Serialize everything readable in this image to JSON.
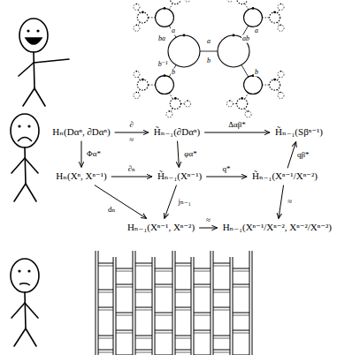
{
  "diagram": {
    "nodes": [
      {
        "text": [
          "Hₙ(Dαⁿ, ∂Dαⁿ)"
        ]
      },
      {
        "text": [
          "H̃ₙ₋₁(∂Dαⁿ)"
        ]
      },
      {
        "text": [
          "H̃ₙ₋₁(Sβⁿ⁻¹)"
        ]
      },
      {
        "text": [
          "Hₙ(Xⁿ, Xⁿ⁻¹)"
        ]
      },
      {
        "text": [
          "H̃ₙ₋₁(Xⁿ⁻¹)"
        ]
      },
      {
        "text": [
          "H̃ₙ₋₁(Xⁿ⁻¹/Xⁿ⁻²)"
        ]
      },
      {
        "text": [
          "Hₙ₋₁(Xⁿ⁻¹, Xⁿ⁻²)"
        ]
      },
      {
        "text": [
          "Hₙ₋₁(Xⁿ⁻¹/Xⁿ⁻², Xⁿ⁻²/Xⁿ⁻²)"
        ]
      }
    ],
    "edges": [
      {
        "from": 0,
        "to": 1,
        "arrow": "to",
        "label": "∂"
      },
      {
        "from": 1,
        "to": 2,
        "arrow": "to",
        "label": "Δαβ*"
      },
      {
        "from": 0,
        "to": 3,
        "arrow": "to",
        "label": "Φα*"
      },
      {
        "from": 1,
        "to": 4,
        "arrow": "to",
        "label": "φα*"
      },
      {
        "from": 3,
        "to": 4,
        "arrow": "to",
        "label": "∂ₙ"
      },
      {
        "from": 4,
        "to": 5,
        "arrow": "to",
        "label": "q*"
      },
      {
        "from": 5,
        "to": 2,
        "arrow": "to",
        "label": "qβ*"
      },
      {
        "from": 3,
        "to": 6,
        "arrow": "to",
        "label": "dₙ"
      },
      {
        "from": 4,
        "to": 6,
        "arrow": "to",
        "label": "jₙ₋₁"
      },
      {
        "from": 5,
        "to": 7,
        "arrow": "to",
        "label": "≈"
      },
      {
        "from": 6,
        "to": 7,
        "arrow": "to",
        "label": "≈"
      }
    ],
    "labels": [
      "ba",
      "a",
      "b⁻¹",
      "b",
      "a",
      "b",
      "ab",
      "a",
      "b",
      "≈"
    ]
  }
}
